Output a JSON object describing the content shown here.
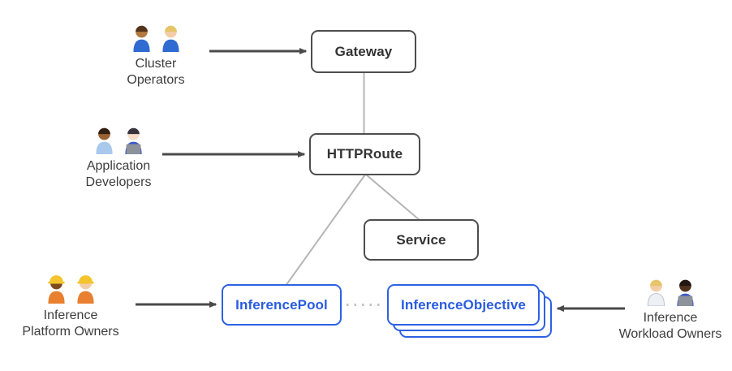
{
  "colors": {
    "background": "#ffffff",
    "dark_box_border": "#4d4d4d",
    "dark_box_text": "#333333",
    "blue_accent": "#2d61e4",
    "connector_line": "#b5b5b5",
    "dotted_line": "#c2c2c2",
    "arrow": "#4a4a4a",
    "label_text": "#3d3d3d"
  },
  "nodes": [
    {
      "id": "gateway",
      "label": "Gateway",
      "style": "dark"
    },
    {
      "id": "httproute",
      "label": "HTTPRoute",
      "style": "dark"
    },
    {
      "id": "service",
      "label": "Service",
      "style": "dark"
    },
    {
      "id": "inference-pool",
      "label": "InferencePool",
      "style": "blue"
    },
    {
      "id": "inference-objective",
      "label": "InferenceObjective",
      "style": "blue-stacked",
      "stack_count": 3
    }
  ],
  "personas": [
    {
      "id": "cluster-operators",
      "lines": [
        "Cluster",
        "Operators"
      ],
      "emoji": "👨🏽‍🔧 👩🏼‍🔧",
      "figures": [
        {
          "skin": "#b3793f",
          "hair": "#54331d",
          "shirt": "#2f6bd0"
        },
        {
          "skin": "#f2cda7",
          "hair": "#e6c468",
          "shirt": "#2f6bd0"
        }
      ]
    },
    {
      "id": "application-developers",
      "lines": [
        "Application",
        "Developers"
      ],
      "emoji": "👨🏾‍💼 👩🏻‍💻",
      "figures": [
        {
          "skin": "#9a6233",
          "hair": "#321f12",
          "shirt": "#a9c9ec"
        },
        {
          "skin": "#f6ddc9",
          "hair": "#38333d",
          "shirt": "#3b57c8",
          "laptop": true
        }
      ]
    },
    {
      "id": "inference-platform-owners",
      "lines": [
        "Inference",
        "Platform Owners"
      ],
      "emoji": "👷🏾‍♀️ 👷🏻",
      "figures": [
        {
          "skin": "#7c4a21",
          "hat": "#f3c42d",
          "shirt": "#e8802f"
        },
        {
          "skin": "#f2cda7",
          "hat": "#f3c42d",
          "shirt": "#e8802f"
        }
      ]
    },
    {
      "id": "inference-workload-owners",
      "lines": [
        "Inference",
        "Workload Owners"
      ],
      "emoji": "🧑🏼‍⚕️ 👨🏿‍💻",
      "figures": [
        {
          "skin": "#f2cda7",
          "hair": "#e6c468",
          "shirt": "#edf0f4",
          "outline": "#b9c0c9"
        },
        {
          "skin": "#4f311c",
          "hair": "#201712",
          "shirt": "#3b57c8",
          "laptop": true
        }
      ]
    }
  ],
  "edges": [
    {
      "from": "cluster-operators",
      "to": "gateway",
      "type": "arrow"
    },
    {
      "from": "application-developers",
      "to": "httproute",
      "type": "arrow"
    },
    {
      "from": "inference-platform-owners",
      "to": "inference-pool",
      "type": "arrow"
    },
    {
      "from": "inference-workload-owners",
      "to": "inference-objective",
      "type": "arrow"
    },
    {
      "from": "gateway",
      "to": "httproute",
      "type": "line"
    },
    {
      "from": "httproute",
      "to": "inference-pool",
      "type": "line"
    },
    {
      "from": "httproute",
      "to": "service",
      "type": "line"
    },
    {
      "from": "inference-pool",
      "to": "inference-objective",
      "type": "dotted"
    }
  ]
}
